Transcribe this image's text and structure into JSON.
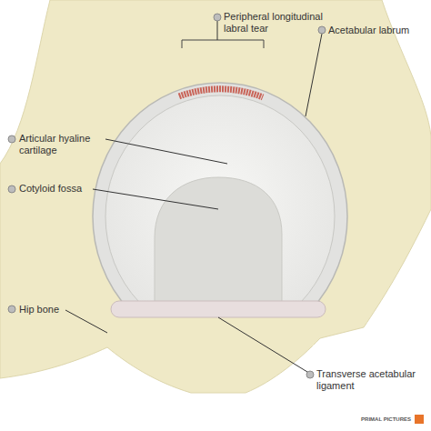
{
  "diagram": {
    "labels": [
      "Peripheral longitudinal labral tear",
      "Acetabular labrum",
      "Articular hyaline cartilage",
      "Cotyloid fossa",
      "Hip bone",
      "Transverse acetabular ligament",
      "PRIMAL PICTURES"
    ]
  }
}
